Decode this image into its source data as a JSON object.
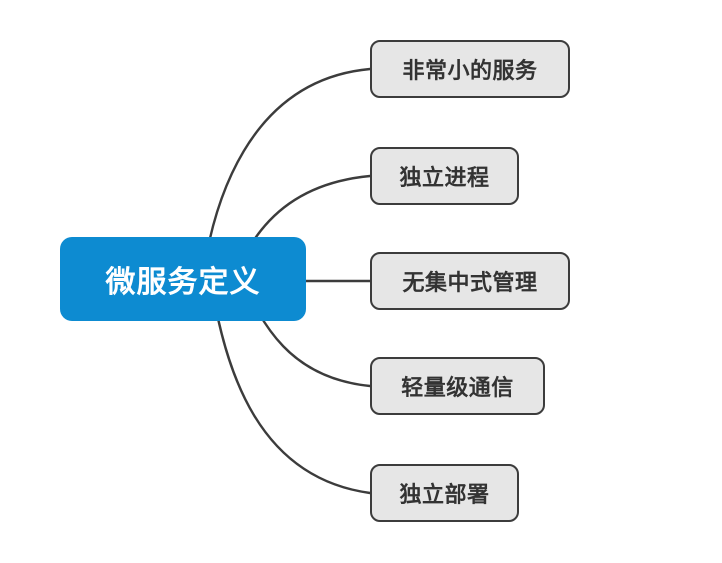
{
  "diagram": {
    "type": "mindmap",
    "title": "微服务定义",
    "background_color": "#ffffff",
    "root": {
      "label": "微服务定义",
      "fill_color": "#0d8bd1",
      "text_color": "#ffffff"
    },
    "branch_style": {
      "fill_color": "#e6e6e6",
      "border_color": "#3c3c3c",
      "text_color": "#333333",
      "connector_color": "#3c3c3c"
    },
    "branches": [
      {
        "label": "非常小的服务"
      },
      {
        "label": "独立进程"
      },
      {
        "label": "无集中式管理"
      },
      {
        "label": "轻量级通信"
      },
      {
        "label": "独立部署"
      }
    ]
  }
}
